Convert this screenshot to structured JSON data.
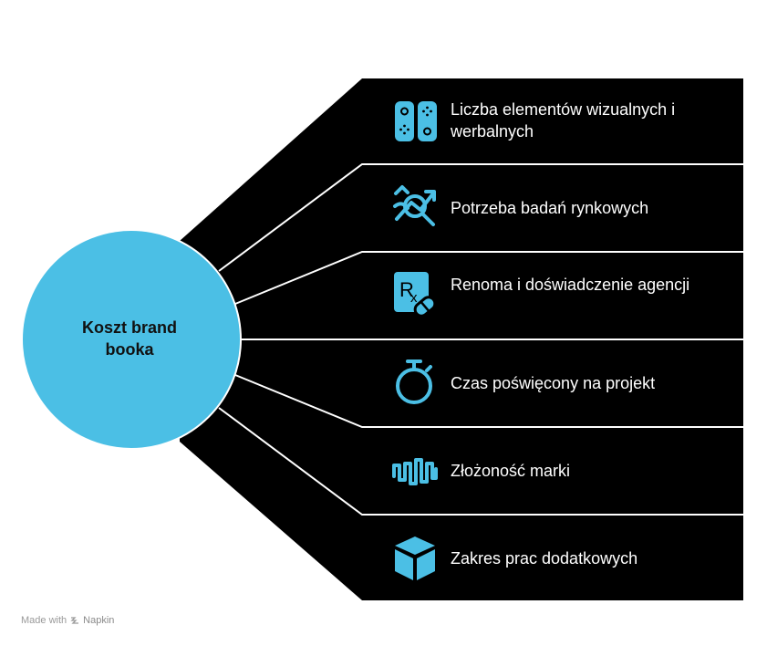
{
  "center": {
    "label": "Koszt brand booka"
  },
  "items": [
    {
      "label": "Liczba elementów wizualnych i werbalnych",
      "icon": "game-controller-icon"
    },
    {
      "label": "Potrzeba badań rynkowych",
      "icon": "market-research-icon"
    },
    {
      "label": "Renoma i doświadczenie agencji",
      "icon": "prescription-icon"
    },
    {
      "label": "Czas poświęcony na projekt",
      "icon": "stopwatch-icon"
    },
    {
      "label": "Złożoność marki",
      "icon": "waveform-icon"
    },
    {
      "label": "Zakres prac dodatkowych",
      "icon": "box-icon"
    }
  ],
  "watermark": {
    "prefix": "Made with",
    "brand": "Napkin"
  },
  "colors": {
    "accent": "#4BBFE5",
    "panel": "#000000",
    "divider": "#ffffff",
    "text_dark": "#111111"
  }
}
